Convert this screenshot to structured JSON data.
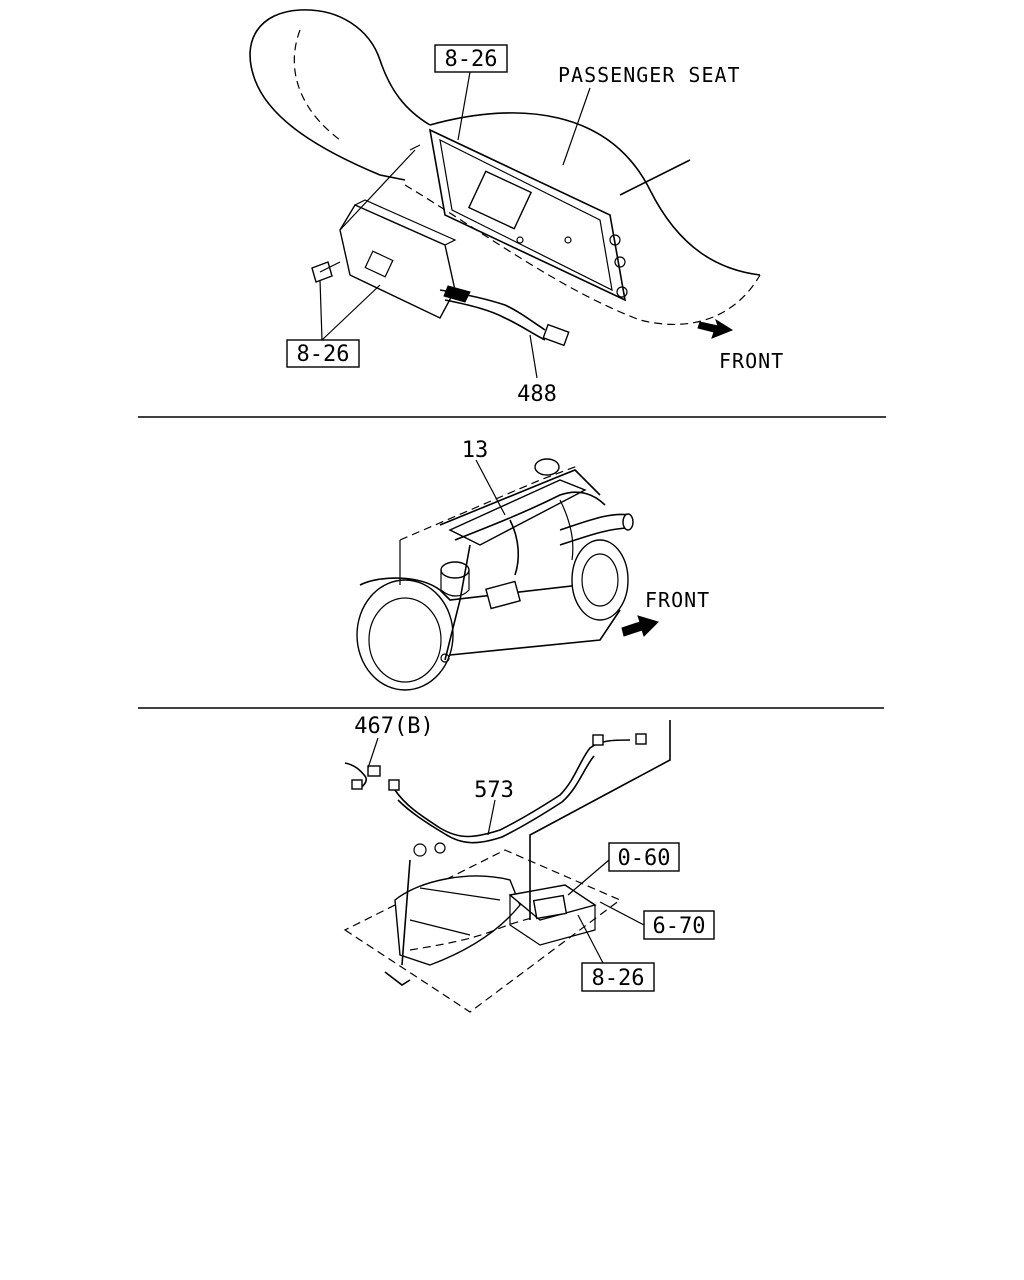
{
  "panel_top": {
    "passenger_seat_label": "PASSENGER SEAT",
    "front_label": "FRONT",
    "ref_box_upper": "8-26",
    "ref_box_lower": "8-26",
    "part_number": "488"
  },
  "panel_middle": {
    "part_number": "13",
    "front_label": "FRONT"
  },
  "panel_bottom": {
    "connector_label": "467(B)",
    "harness_number": "573",
    "ref_box_a": "0-60",
    "ref_box_b": "6-70",
    "ref_box_c": "8-26"
  }
}
